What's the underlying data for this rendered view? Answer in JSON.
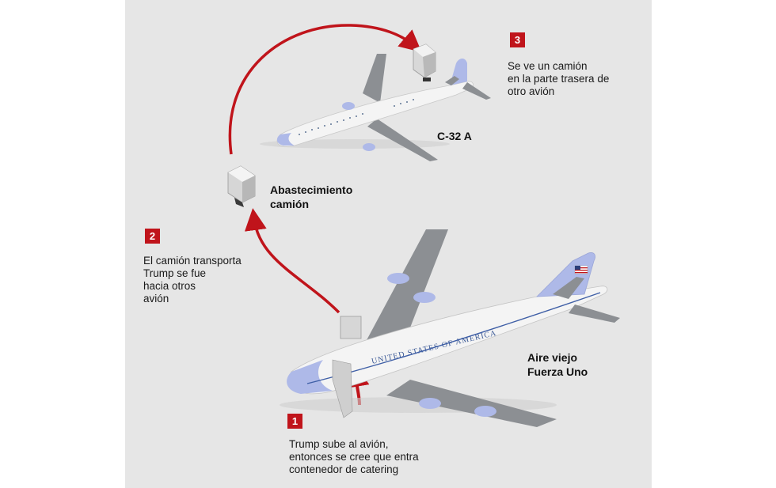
{
  "colors": {
    "background": "#e6e6e6",
    "accent_red": "#c0141b",
    "fuselage_white": "#f4f4f4",
    "livery_blue": "#aeb9e8",
    "wing_gray": "#8c8f93"
  },
  "steps": [
    {
      "number": "1",
      "lines": [
        "Trump sube al avión,",
        "entonces se cree que entra",
        "contenedor de catering"
      ]
    },
    {
      "number": "2",
      "lines": [
        "El camión transporta",
        "Trump se fue",
        "hacia otros",
        "avión"
      ]
    },
    {
      "number": "3",
      "lines": [
        "Se ve un camión",
        "en la parte trasera de",
        "otro avión"
      ]
    }
  ],
  "labels": {
    "c32a": "C-32 A",
    "truck": [
      "Abastecimiento",
      "camión"
    ],
    "af1": [
      "Aire viejo",
      "Fuerza Uno"
    ],
    "fuselage_text": "UNITED STATES OF AMERICA"
  },
  "icons": [
    "arrow-icon",
    "truck-icon",
    "airplane-icon",
    "us-flag-icon"
  ]
}
